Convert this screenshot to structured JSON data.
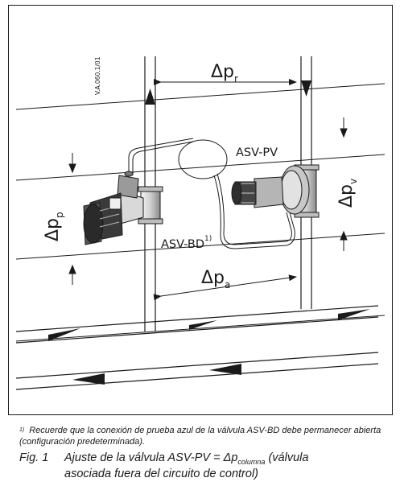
{
  "labels": {
    "code": "V.A.060.1/01",
    "dp_r": "Δp",
    "dp_r_sub": "r",
    "dp_p": "Δp",
    "dp_p_sub": "p",
    "dp_v": "Δp",
    "dp_v_sub": "v",
    "dp_a": "Δp",
    "dp_a_sub": "a",
    "asv_pv": "ASV-PV",
    "asv_bd": "ASV-BD",
    "asv_bd_sup": "1)"
  },
  "footnote": {
    "marker": "1)",
    "text": "Recuerde que la conexión de prueba azul de la válvula ASV-BD debe permanecer abierta (configuración predeterminada)."
  },
  "caption": {
    "fig_label": "Fig. 1",
    "text_a": "Ajuste de la válvula ASV-PV = Δp",
    "text_sub": "columna",
    "text_b": " (válvula",
    "line2": "asociada fuera del circuito de control)"
  }
}
